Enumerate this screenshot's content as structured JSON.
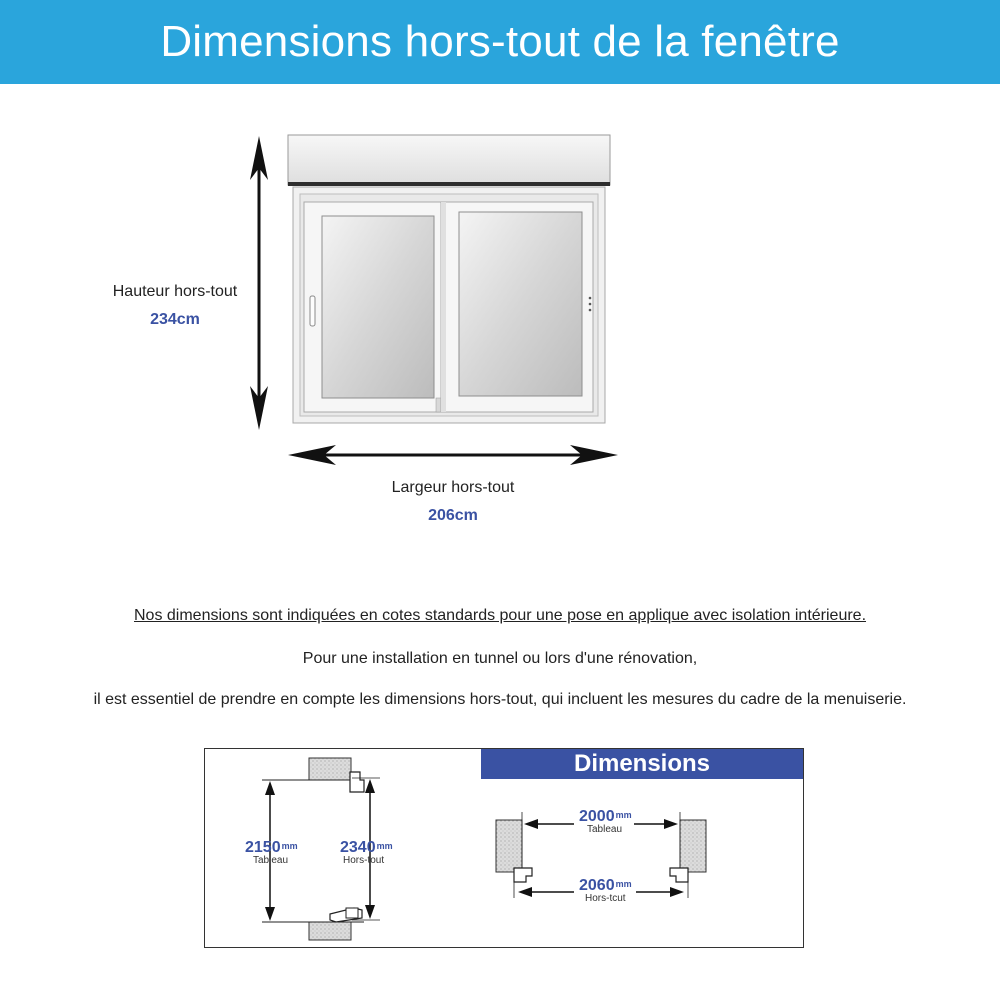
{
  "header": {
    "title": "Dimensions hors-tout de la fenêtre"
  },
  "height_dim": {
    "label": "Hauteur hors-tout",
    "value": "234cm"
  },
  "width_dim": {
    "label": "Largeur hors-tout",
    "value": "206cm"
  },
  "notes": {
    "line1": "Nos dimensions sont indiquées en cotes standards pour une pose en applique avec isolation intérieure.",
    "line2": "Pour une installation en tunnel ou lors d'une rénovation,",
    "line3": "il est essentiel de prendre en compte les dimensions hors-tout, qui incluent les mesures du cadre de la menuiserie."
  },
  "detail": {
    "banner": "Dimensions",
    "unit": "mm",
    "vertical_tableau": {
      "value": "2150",
      "caption": "Tableau"
    },
    "vertical_hors_tout": {
      "value": "2340",
      "caption": "Hors-tout"
    },
    "horizontal_tableau": {
      "value": "2000",
      "caption": "Tableau"
    },
    "horizontal_hors_tout": {
      "value": "2060",
      "caption": "Hors-tcut"
    }
  },
  "colors": {
    "header_bg": "#2aa5dc",
    "accent_blue": "#3a52a3",
    "text": "#222222"
  }
}
